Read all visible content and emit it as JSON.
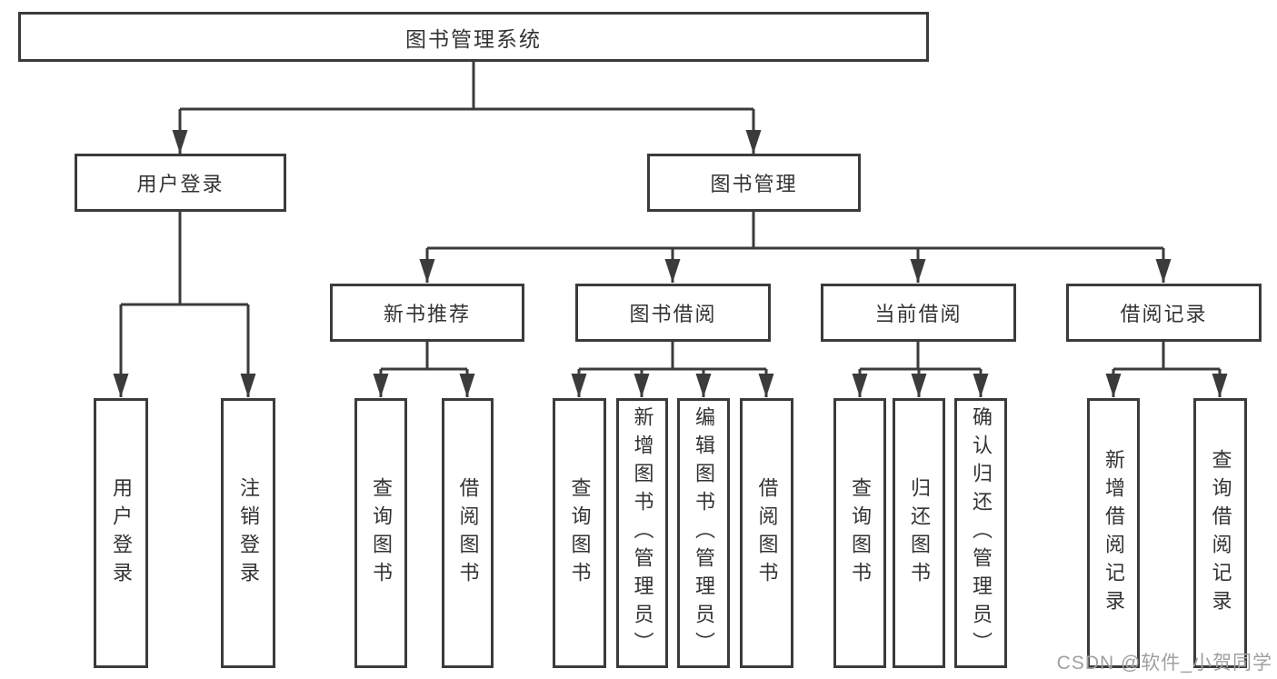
{
  "diagram_title": "图书管理系统",
  "tree": {
    "label": "图书管理系统",
    "children": [
      {
        "label": "用户登录",
        "children": [
          {
            "label": "用户登录"
          },
          {
            "label": "注销登录"
          }
        ]
      },
      {
        "label": "图书管理",
        "children": [
          {
            "label": "新书推荐",
            "children": [
              {
                "label": "查询图书"
              },
              {
                "label": "借阅图书"
              }
            ]
          },
          {
            "label": "图书借阅",
            "children": [
              {
                "label": "查询图书"
              },
              {
                "label": "新增图书（管理员）"
              },
              {
                "label": "编辑图书（管理员）"
              },
              {
                "label": "借阅图书"
              }
            ]
          },
          {
            "label": "当前借阅",
            "children": [
              {
                "label": "查询图书"
              },
              {
                "label": "归还图书"
              },
              {
                "label": "确认归还（管理员）"
              }
            ]
          },
          {
            "label": "借阅记录",
            "children": [
              {
                "label": "新增借阅记录"
              },
              {
                "label": "查询借阅记录"
              }
            ]
          }
        ]
      }
    ]
  },
  "watermark": {
    "text": "CSDN @软件_小贺同学"
  },
  "colors": {
    "line": "#3b3b3b",
    "text": "#333333",
    "watermark": "#a0a0a0",
    "bg": "#ffffff"
  }
}
